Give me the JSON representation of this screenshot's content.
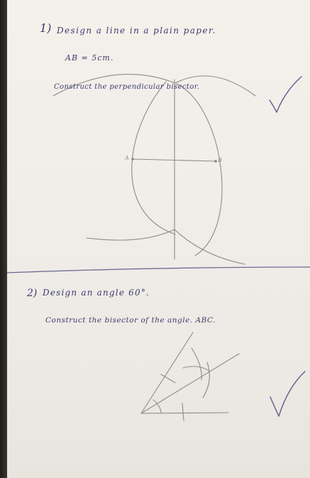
{
  "document": {
    "question_1": {
      "number": "1)",
      "line_1": "Design a line in a plain paper.",
      "line_2": "AB = 5cm.",
      "line_3": "Construct the perpendicular bisector.",
      "point_a": "A",
      "point_b": "B"
    },
    "question_2": {
      "number": "2)",
      "line_1": "Design an angle  60°.",
      "line_2": "Construct the  bisector of the angle. ABC."
    }
  },
  "colors": {
    "ink": "#3a3d6e",
    "pencil": "#8c8a8c",
    "check_mark": "#5a5e8a",
    "divider": "#6a6d92",
    "paper": "#f2eee9"
  }
}
